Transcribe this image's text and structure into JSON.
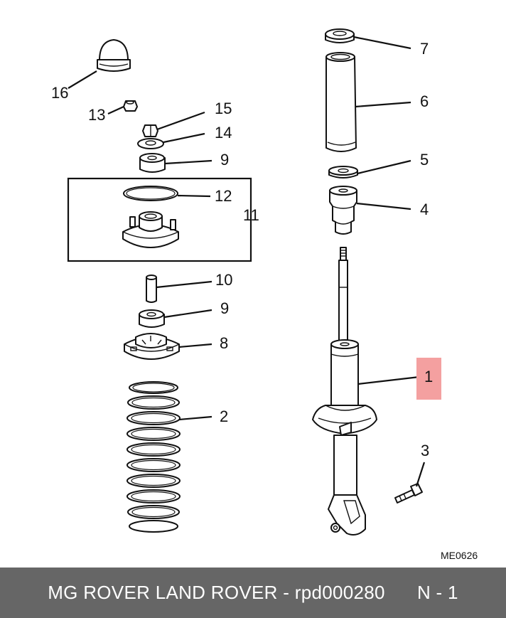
{
  "diagram": {
    "labels": {
      "p1": "1",
      "p2": "2",
      "p3": "3",
      "p4": "4",
      "p5": "5",
      "p6": "6",
      "p7": "7",
      "p8": "8",
      "p9a": "9",
      "p9b": "9",
      "p10": "10",
      "p11": "11",
      "p12": "12",
      "p13": "13",
      "p14": "14",
      "p15": "15",
      "p16": "16"
    },
    "code": "ME0626",
    "highlight_color": "#f4a0a0"
  },
  "footer": {
    "brand": "MG ROVER LAND ROVER - rpd000280",
    "position": "N - 1"
  }
}
